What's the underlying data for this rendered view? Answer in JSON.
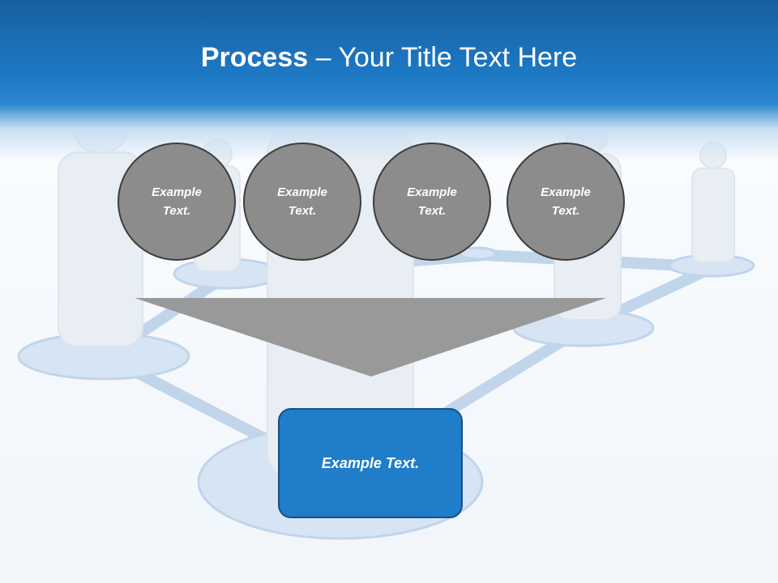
{
  "slide": {
    "title_bold": "Process",
    "title_rest": " – Your Title Text Here"
  },
  "steps": [
    {
      "label": "Example Text."
    },
    {
      "label": "Example Text."
    },
    {
      "label": "Example Text."
    },
    {
      "label": "Example Text."
    }
  ],
  "result": {
    "label": "Example Text."
  },
  "colors": {
    "header": "#1d78c4",
    "circle_fill": "#8c8c8c",
    "circle_border": "#3d3d3d",
    "funnel": "#999999",
    "result_fill": "#1f7dc9",
    "result_border": "#1a4f82"
  }
}
